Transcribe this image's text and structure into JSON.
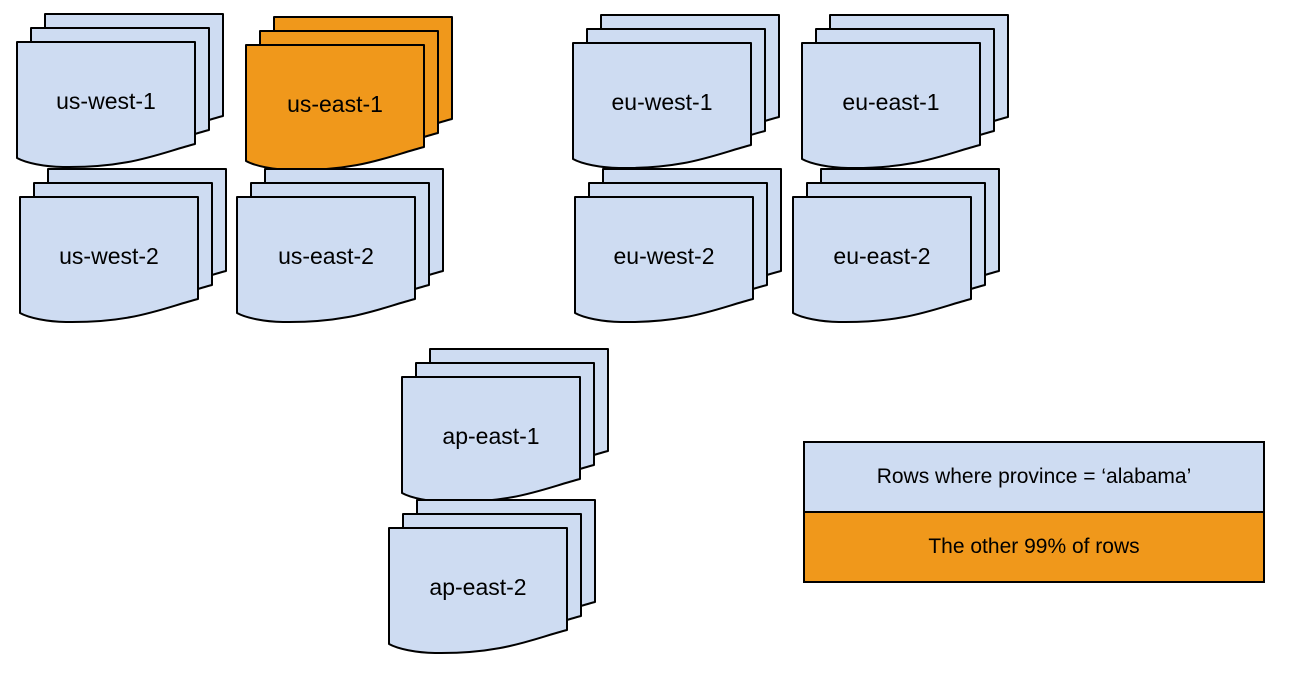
{
  "colors": {
    "region_fill": "#CEDCF2",
    "highlight_fill": "#F0981B",
    "stroke": "#000000",
    "background": "#FFFFFF",
    "text": "#000000"
  },
  "stacks": [
    {
      "label": "us-west-1",
      "highlighted": false
    },
    {
      "label": "us-east-1",
      "highlighted": true
    },
    {
      "label": "eu-west-1",
      "highlighted": false
    },
    {
      "label": "eu-east-1",
      "highlighted": false
    },
    {
      "label": "us-west-2",
      "highlighted": false
    },
    {
      "label": "us-east-2",
      "highlighted": false
    },
    {
      "label": "eu-west-2",
      "highlighted": false
    },
    {
      "label": "eu-east-2",
      "highlighted": false
    },
    {
      "label": "ap-east-1",
      "highlighted": false
    },
    {
      "label": "ap-east-2",
      "highlighted": false
    }
  ],
  "legend": {
    "items": [
      {
        "label": "Rows where province = ‘alabama’",
        "color": "#CEDCF2"
      },
      {
        "label": "The other 99% of rows",
        "color": "#F0981B"
      }
    ]
  }
}
